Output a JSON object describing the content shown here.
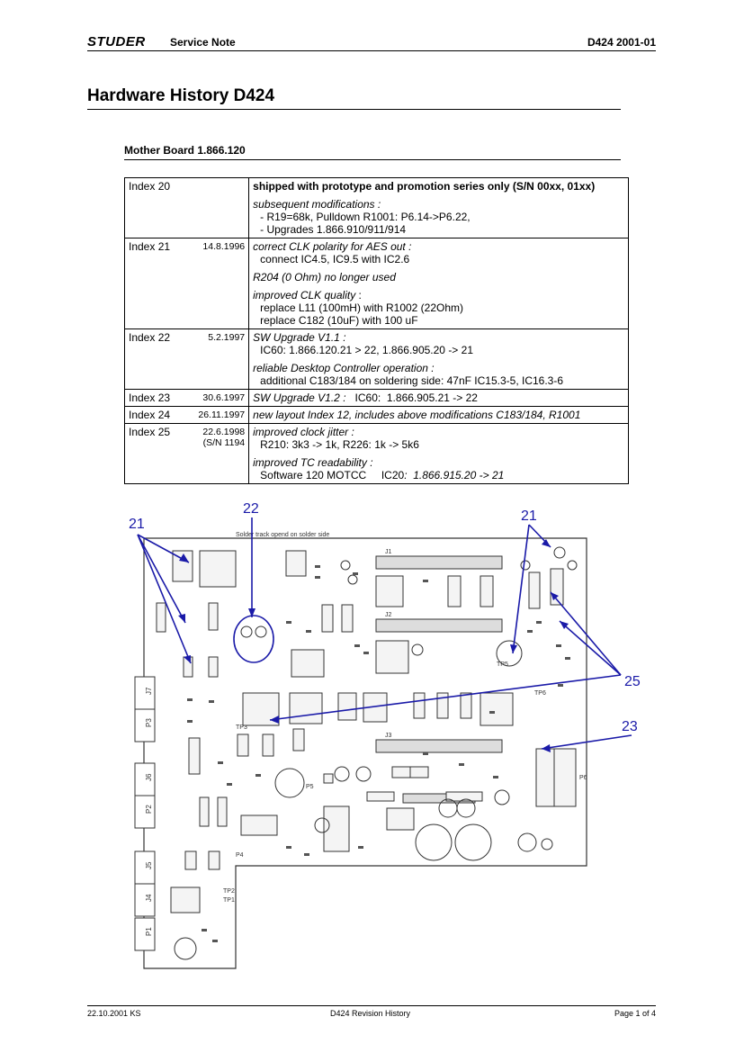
{
  "header": {
    "brand": "STUDER",
    "subtitle": "Service Note",
    "doc_id": "D424 2001-01"
  },
  "title": "Hardware History D424",
  "section": "Mother Board 1.866.120",
  "rows": [
    {
      "index": "Index 20",
      "date": "",
      "date2": "",
      "head": "shipped with prototype and promotion series only   (S/N 00xx, 01xx)",
      "l1": "subsequent modifications :",
      "l2": "- R19=68k, Pulldown R1001: P6.14->P6.22,",
      "l3": "- Upgrades 1.866.910/911/914"
    },
    {
      "index": "Index 21",
      "date": "14.8.1996",
      "date2": "",
      "a1": "correct CLK polarity for AES out :",
      "a2": "connect IC4.5, IC9.5 with IC2.6",
      "b1": "R204 (0 Ohm) no longer used",
      "c1": "improved CLK quality",
      "c1b": " :",
      "c2": "replace L11 (100mH) with R1002 (22Ohm)",
      "c3": "replace C182 (10uF) with 100 uF"
    },
    {
      "index": "Index 22",
      "date": "5.2.1997",
      "date2": "",
      "a1": "SW Upgrade V1.1 :",
      "a2": "IC60:  1.866.120.21 > 22,  1.866.905.20 -> 21",
      "b1": "reliable Desktop Controller operation :",
      "b2": "additional C183/184 on soldering side: 47nF IC15.3-5, IC16.3-6"
    },
    {
      "index": "Index 23",
      "date": "30.6.1997",
      "date2": "",
      "a1": "SW Upgrade V1.2 :",
      "a1b": "   IC60:  1.866.905.21 -> 22"
    },
    {
      "index": "Index 24",
      "date": "26.11.1997",
      "date2": "",
      "a1": "new layout Index 12, includes above modifications C183/184, R1001"
    },
    {
      "index": "Index 25",
      "date": "22.6.1998",
      "date2": "(S/N 1194",
      "a1": "improved clock jitter :",
      "a2": "R210: 3k3 -> 1k, R226: 1k -> 5k6",
      "b1": "improved TC readability :",
      "b2": "Software 120 MOTCC     IC20",
      "b2b": ":  1.866.915.20 -> 21"
    }
  ],
  "figure": {
    "callout_21_left": "21",
    "callout_22": "22",
    "callout_21_right": "21",
    "callout_25": "25",
    "callout_23": "23",
    "note": "Solder track opend on solder side",
    "tp5": "TP5",
    "tp6": "TP6",
    "tp3": "TP3",
    "tp2": "TP2",
    "tp1": "TP1",
    "j1": "J1",
    "j2": "J2",
    "j3": "J3",
    "p3": "P3",
    "p2": "P2",
    "p1": "P1",
    "j7": "J7",
    "j6": "J6",
    "j5": "J5",
    "j4": "J4",
    "p4": "P4",
    "p5": "P5",
    "p6": "P6",
    "callout_color": "#1a1aa8"
  },
  "footer": {
    "left": "22.10.2001 KS",
    "center": "D424 Revision History",
    "right": "Page 1 of 4"
  }
}
